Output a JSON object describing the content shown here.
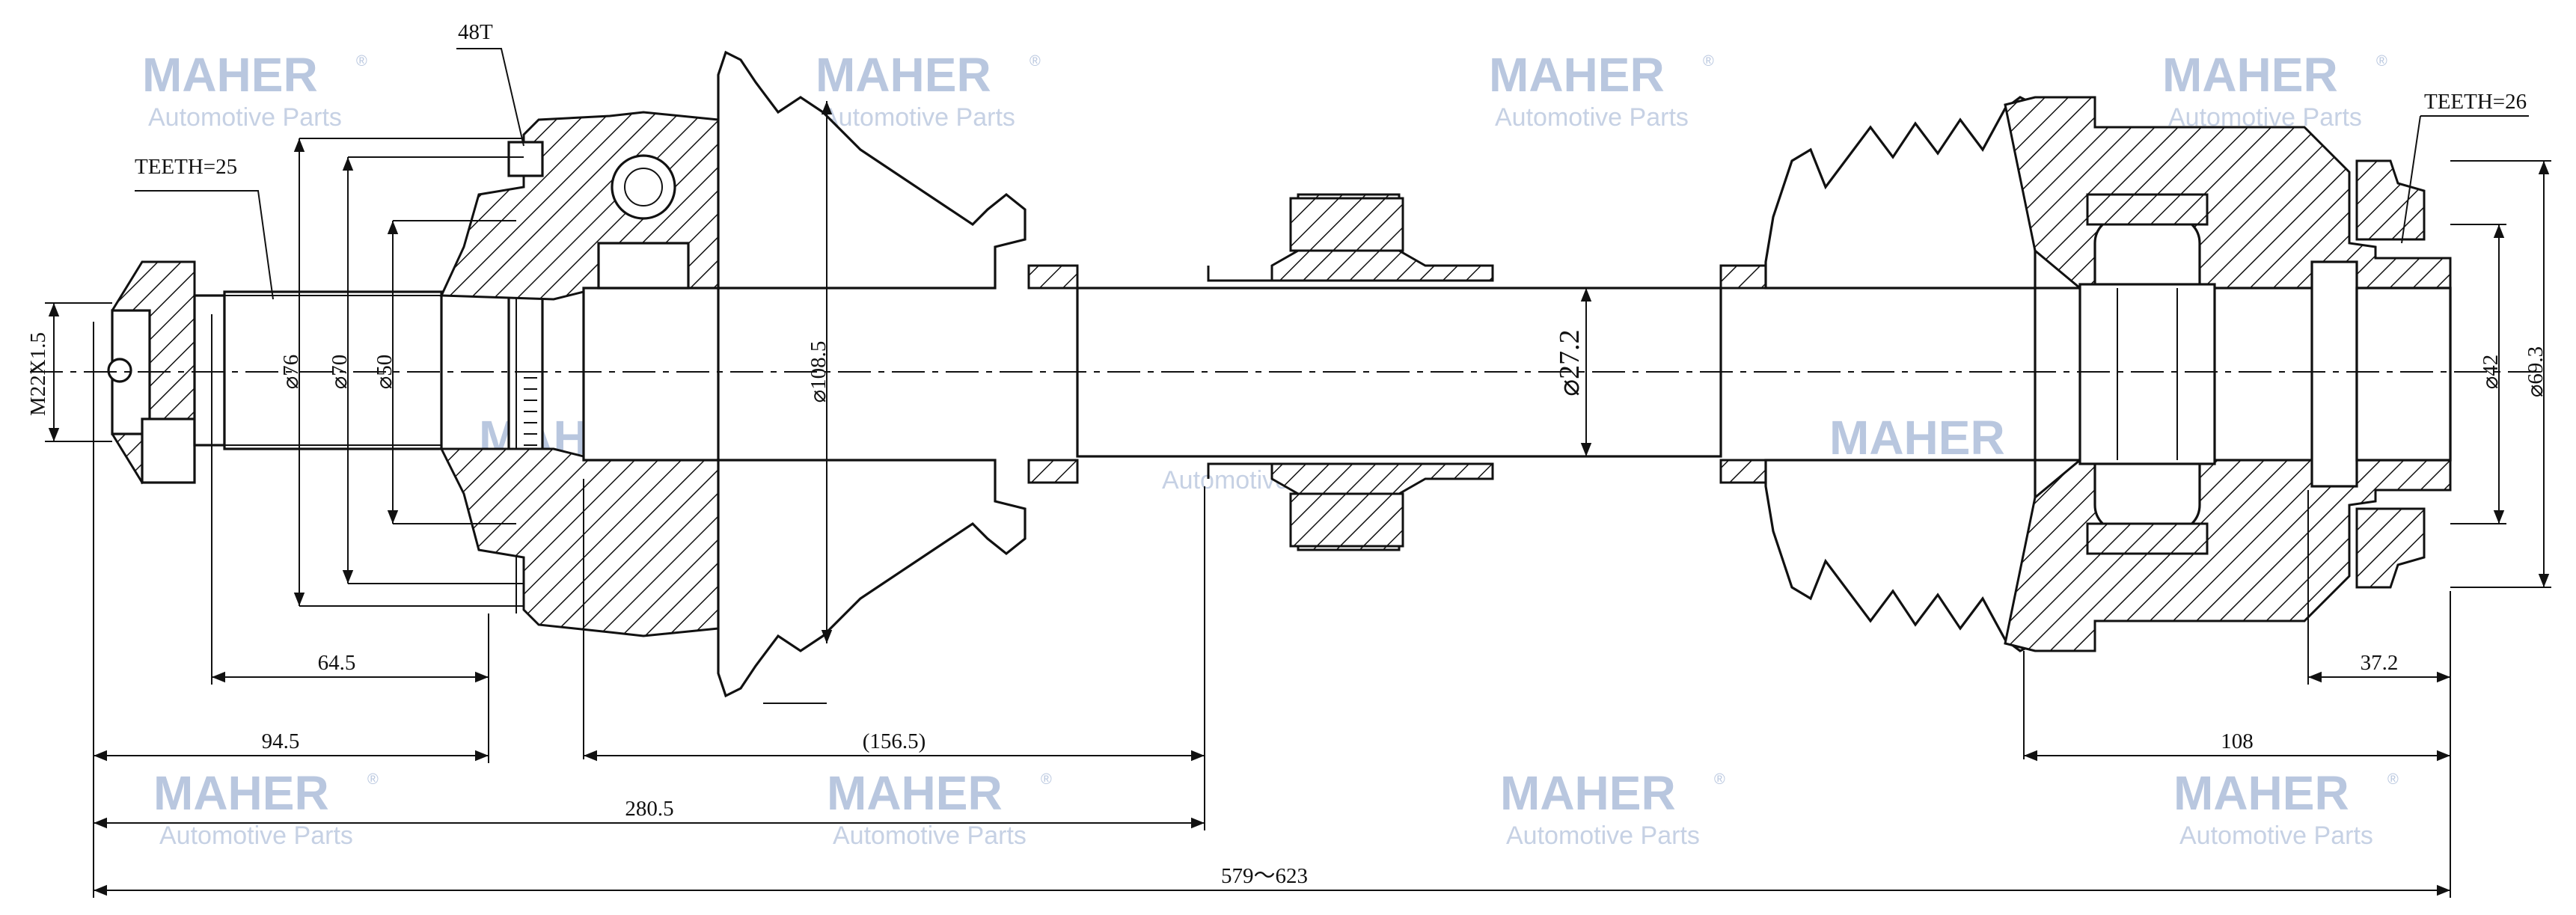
{
  "watermark": {
    "brand": "MAHER",
    "sub": "Automotive Parts",
    "reg": "®"
  },
  "dimensions": {
    "thread": "M22X1.5",
    "dia_76": "⌀76",
    "dia_70": "⌀70",
    "dia_50": "⌀50",
    "dia_108_5": "⌀108.5",
    "dia_27_2": "⌀27.2",
    "dia_42": "⌀42",
    "dia_69_3": "⌀69.3",
    "len_64_5": "64.5",
    "len_94_5": "94.5",
    "len_156_5": "(156.5)",
    "len_280_5": "280.5",
    "len_579_623": "579～623",
    "len_37_2": "37.2",
    "len_108": "108"
  },
  "labels": {
    "teeth_left": "TEETH=25",
    "abs_ring": "48T",
    "teeth_right": "TEETH=26"
  }
}
